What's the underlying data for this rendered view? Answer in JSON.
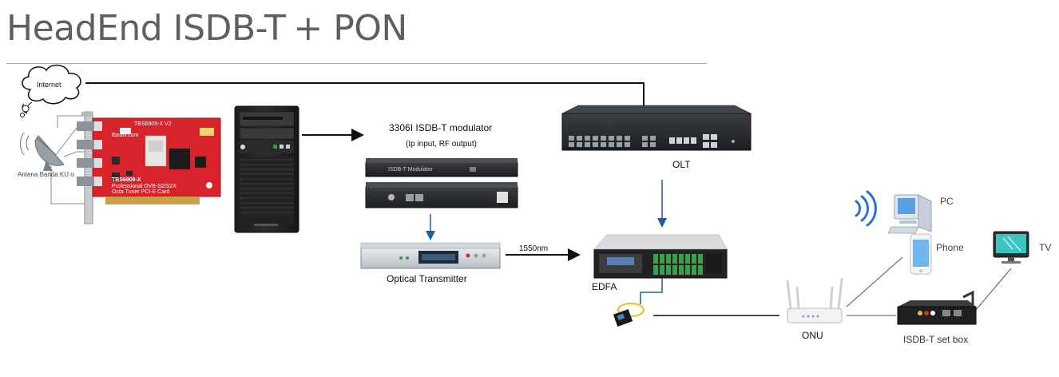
{
  "title": {
    "main": "HeadEnd ISDB-T",
    "suffix": "+ PON"
  },
  "nodes": {
    "internet": "Internet",
    "antenna": "Antena Banda KU o",
    "tuner_card": {
      "model_top": "TBS6909-X V2",
      "model": "TBS6909-X",
      "desc1": "Professional DVB-S2/S2X",
      "desc2": "Octa Tuner PCI-E Card",
      "brand": "tbsdtv.com"
    },
    "modulator": {
      "title": "3306I ISDB-T modulator",
      "subtitle": "(Ip input, RF output)",
      "front_label": "ISDB-T Modulator"
    },
    "optical_transmitter": "Optical Transmitter",
    "link_1550": "1550nm",
    "olt": "OLT",
    "edfa": "EDFA",
    "onu": "ONU",
    "pc": "PC",
    "phone": "Phone",
    "tv": "TV",
    "set_box": "ISDB-T set box"
  },
  "icons": {
    "cloud": "cloud-icon",
    "satellite_dish": "satellite-dish-icon",
    "wifi": "wifi-icon",
    "pc": "desktop-pc-icon",
    "phone": "smartphone-icon",
    "tv": "monitor-tv-icon"
  },
  "colors": {
    "card_red": "#d8232a",
    "arrow_blue": "#1f5f9e",
    "line_black": "#111111",
    "title_gray": "#5f5f5f",
    "wifi_blue": "#2a6fdc",
    "pc_blue": "#5aa0e0"
  }
}
